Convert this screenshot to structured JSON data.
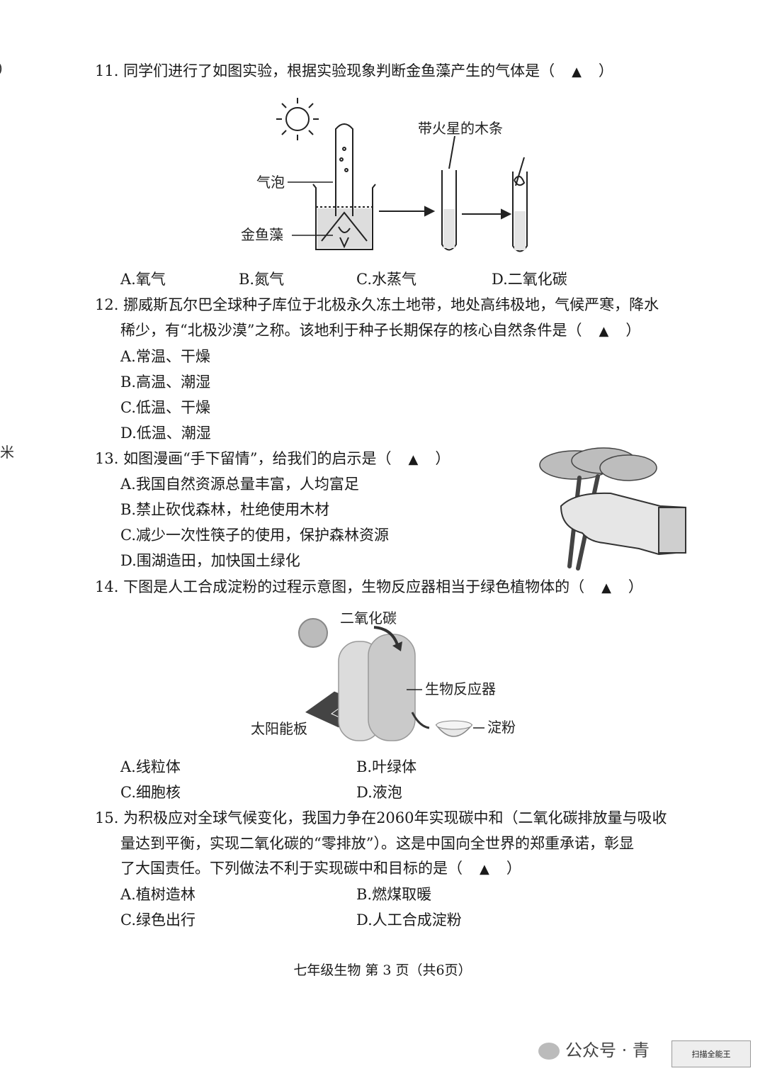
{
  "edge_marks": {
    "top_left": ")",
    "mid_left": "米"
  },
  "q11": {
    "stem": "11. 同学们进行了如图实验，根据实验现象判断金鱼藻产生的气体是（",
    "close": "）",
    "figure_labels": {
      "stick": "带火星的木条",
      "bubble": "气泡",
      "plant": "金鱼藻"
    },
    "options": [
      "A.氧气",
      "B.氮气",
      "C.水蒸气",
      "D.二氧化碳"
    ]
  },
  "q12": {
    "line1": "12. 挪威斯瓦尔巴全球种子库位于北极永久冻土地带，地处高纬极地，气候严寒，降水",
    "line2": "稀少，有“北极沙漠”之称。该地利于种子长期保存的核心自然条件是（",
    "close": "）",
    "options": [
      "A.常温、干燥",
      "B.高温、潮湿",
      "C.低温、干燥",
      "D.低温、潮湿"
    ]
  },
  "q13": {
    "stem": "13. 如图漫画“手下留情”，给我们的启示是（",
    "close": "）",
    "options": [
      "A.我国自然资源总量丰富，人均富足",
      "B.禁止砍伐森林，杜绝使用木材",
      "C.减少一次性筷子的使用，保护森林资源",
      "D.围湖造田，加快国土绿化"
    ]
  },
  "q14": {
    "stem": "14. 下图是人工合成淀粉的过程示意图，生物反应器相当于绿色植物体的（",
    "close": "）",
    "figure_labels": {
      "co2": "二氧化碳",
      "reactor": "生物反应器",
      "panel": "太阳能板",
      "starch": "淀粉"
    },
    "options": [
      "A.线粒体",
      "B.叶绿体",
      "C.细胞核",
      "D.液泡"
    ]
  },
  "q15": {
    "line1": "15. 为积极应对全球气候变化，我国力争在2060年实现碳中和（二氧化碳排放量与吸收",
    "line2": "量达到平衡，实现二氧化碳的“零排放”）。这是中国向全世界的郑重承诺，彰显",
    "line3": "了大国责任。下列做法不利于实现碳中和目标的是（",
    "close": "）",
    "options": [
      "A.植树造林",
      "B.燃煤取暖",
      "C.绿色出行",
      "D.人工合成淀粉"
    ]
  },
  "triangle": "▲",
  "footer": "七年级生物 第 3 页（共6页）",
  "watermark": "公众号 · 青",
  "qr_badge": "扫描全能王"
}
